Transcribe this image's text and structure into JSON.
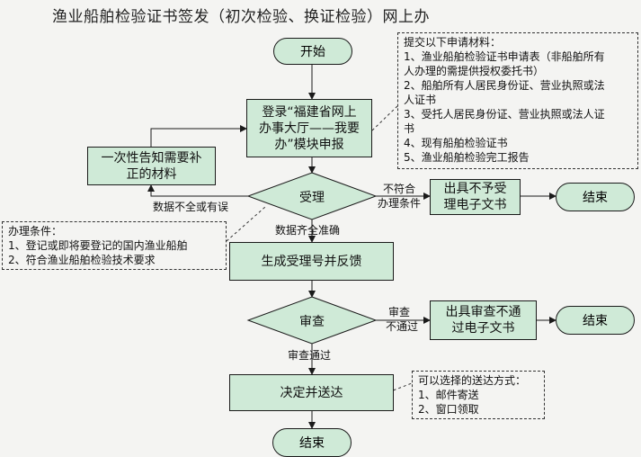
{
  "title": "渔业船舶检验证书签发（初次检验、换证检验）网上办",
  "nodes": {
    "start": "开始",
    "login": "登录“福建省网上办事大厅——我要办”模块申报",
    "notify": "一次性告知需要补正的材料",
    "accept": "受理",
    "reject_doc": "出具不予受理电子文书",
    "end1": "结束",
    "gen": "生成受理号并反馈",
    "review": "审查",
    "fail_doc": "出具审查不通过电子文书",
    "end2": "结束",
    "decide": "决定并送达",
    "end3": "结束"
  },
  "edge_labels": {
    "incomplete": "数据不全或有误",
    "nonconform": [
      "不符合",
      "办理条件"
    ],
    "complete": "数据齐全准确",
    "fail": [
      "审查",
      "不通过"
    ],
    "pass": "审查通过"
  },
  "notes": {
    "materials": {
      "title": "提交以下申请材料：",
      "items": [
        "1、渔业船舶检验证书申请表（非船舶所有",
        "人办理的需提供授权委托书）",
        "2、船舶所有人居民身份证、营业执照或法",
        "人证书",
        "3、受托人居民身份证、营业执照或法人证",
        "书",
        "4、现有船舶检验证书",
        "5、渔业船舶检验完工报告"
      ]
    },
    "conditions": {
      "title": "办理条件：",
      "items": [
        "1、登记或即将要登记的国内渔业船舶",
        "2、符合渔业船舶检验技术要求"
      ]
    },
    "delivery": {
      "title": "可以选择的送达方式：",
      "items": [
        "1、邮件寄送",
        "2、窗口领取"
      ]
    }
  },
  "colors": {
    "node_fill": "#cfead7",
    "line": "#1a1a1a",
    "background": "#f4f4f2"
  }
}
